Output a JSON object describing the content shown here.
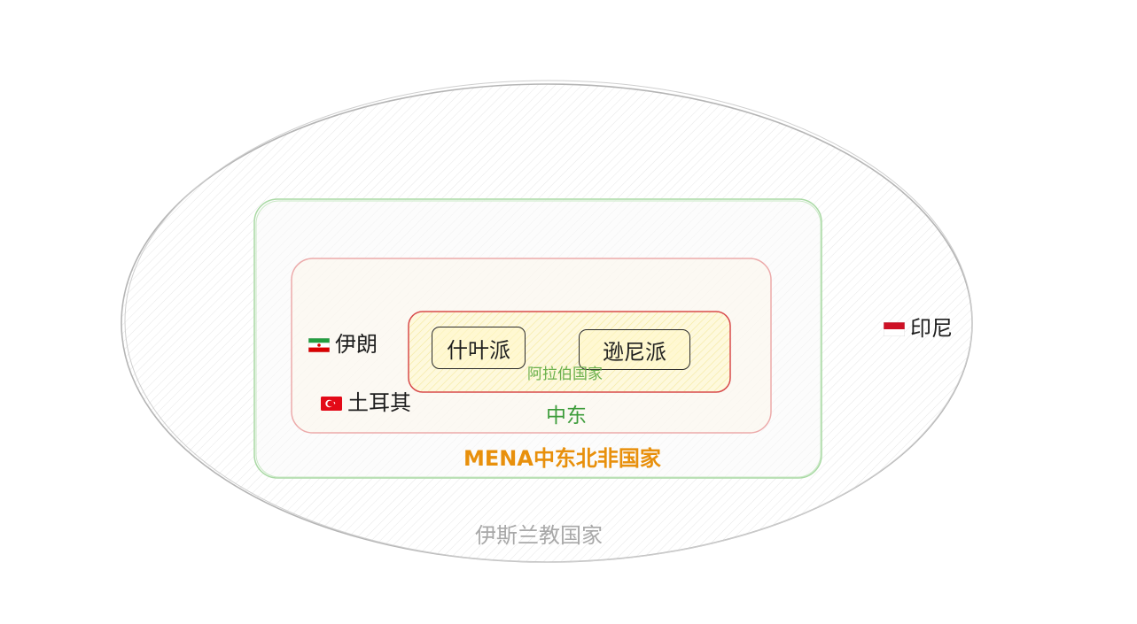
{
  "diagram": {
    "islamic_countries": {
      "label": "伊斯兰教国家",
      "color": "#a8a8a8"
    },
    "mena": {
      "label": "MENA中东北非国家",
      "color": "#e8900c",
      "border_color": "#9fd49a"
    },
    "middle_east": {
      "label": "中东",
      "color": "#3c9c3a",
      "border_color": "#eaa4a4"
    },
    "arab_countries": {
      "label": "阿拉伯国家",
      "color": "#6ab04c",
      "border_color": "#d94848"
    },
    "sects": [
      {
        "label": "什叶派"
      },
      {
        "label": "逊尼派"
      }
    ],
    "countries": [
      {
        "label": "伊朗",
        "flag_icon": "iran-flag-icon"
      },
      {
        "label": "土耳其",
        "flag_icon": "turkey-flag-icon"
      },
      {
        "label": "印尼",
        "flag_icon": "indonesia-flag-icon"
      }
    ]
  }
}
